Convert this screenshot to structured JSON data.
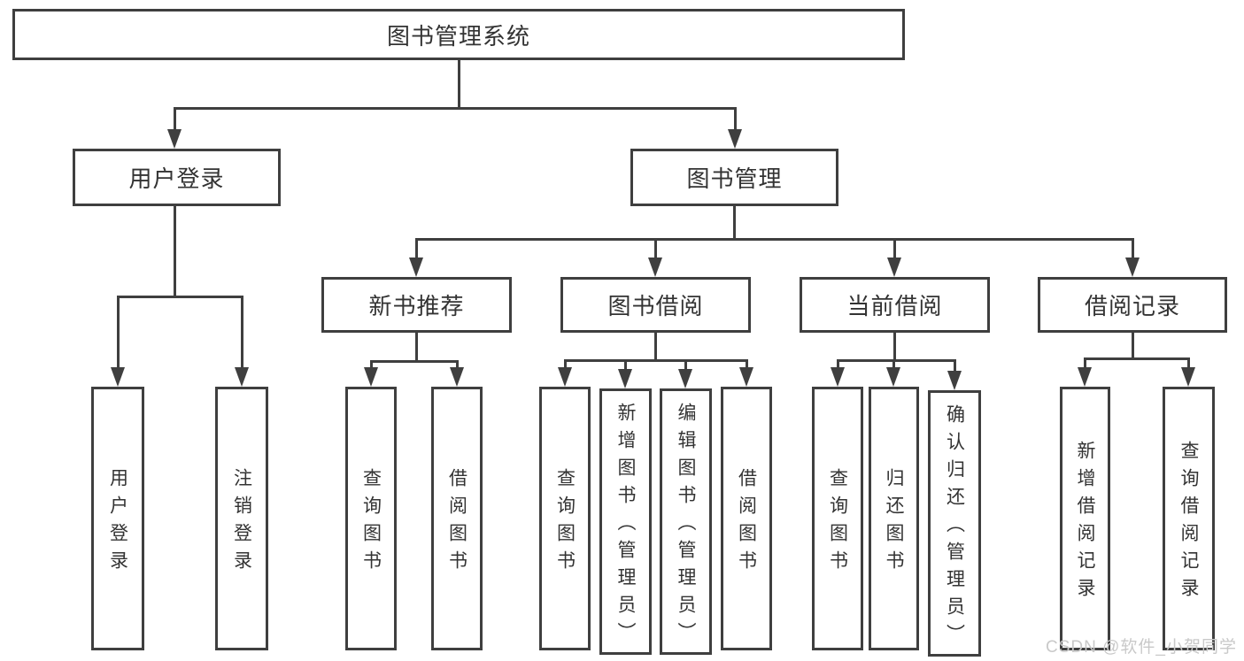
{
  "colors": {
    "line": "#3f3f3f",
    "text": "#333333",
    "background": "#ffffff",
    "watermark": "#c9c9c9"
  },
  "watermark": {
    "text": "CSDN @软件_小贺同学"
  },
  "tree": {
    "label": "图书管理系统",
    "children": [
      {
        "label": "用户登录",
        "children": [
          {
            "label": "用户登录"
          },
          {
            "label": "注销登录"
          }
        ]
      },
      {
        "label": "图书管理",
        "children": [
          {
            "label": "新书推荐",
            "children": [
              {
                "label": "查询图书"
              },
              {
                "label": "借阅图书"
              }
            ]
          },
          {
            "label": "图书借阅",
            "children": [
              {
                "label": "查询图书"
              },
              {
                "label": "新增图书（管理员）"
              },
              {
                "label": "编辑图书（管理员）"
              },
              {
                "label": "借阅图书"
              }
            ]
          },
          {
            "label": "当前借阅",
            "children": [
              {
                "label": "查询图书"
              },
              {
                "label": "归还图书"
              },
              {
                "label": "确认归还（管理员）"
              }
            ]
          },
          {
            "label": "借阅记录",
            "children": [
              {
                "label": "新增借阅记录"
              },
              {
                "label": "查询借阅记录"
              }
            ]
          }
        ]
      }
    ]
  }
}
